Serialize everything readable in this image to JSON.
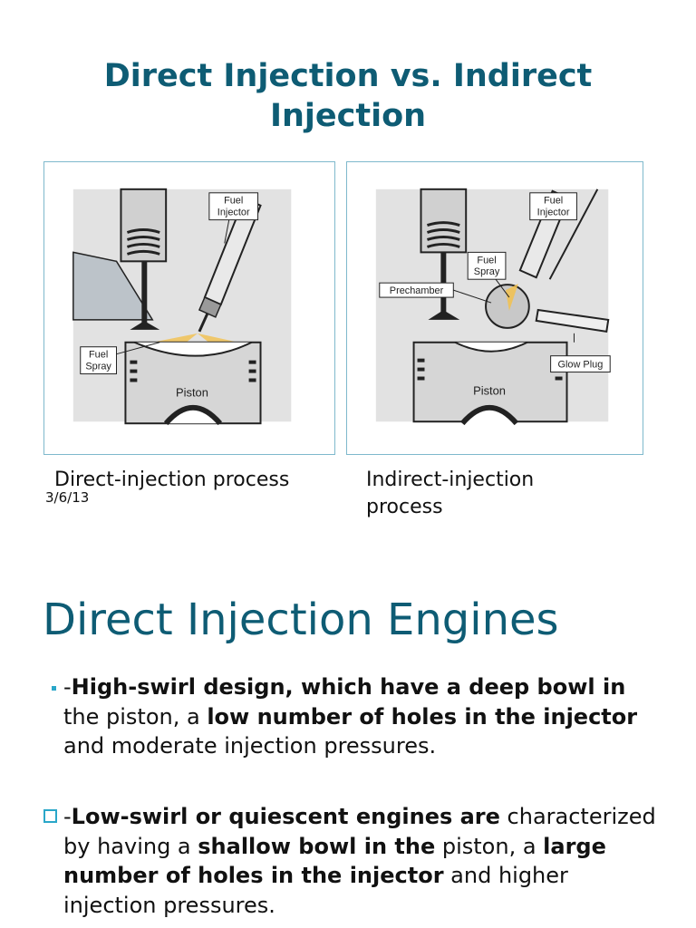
{
  "slide_top": {
    "title_line1": "Direct Injection vs. Indirect",
    "title_line2": "Injection"
  },
  "figures": {
    "left": {
      "labels": {
        "fuel_injector_1": "Fuel",
        "fuel_injector_2": "Injector",
        "fuel_spray_1": "Fuel",
        "fuel_spray_2": "Spray",
        "piston": "Piston"
      },
      "caption": "Direct-injection process"
    },
    "right": {
      "labels": {
        "fuel_injector_1": "Fuel",
        "fuel_injector_2": "Injector",
        "fuel_spray_1": "Fuel",
        "fuel_spray_2": "Spray",
        "prechamber": "Prechamber",
        "glow_plug": "Glow Plug",
        "piston": "Piston"
      },
      "caption_line1": "Indirect-injection",
      "caption_line2": "process"
    }
  },
  "date": "3/6/13",
  "section": {
    "heading": "Direct Injection Engines",
    "bullets": [
      {
        "marker": "square-bullet",
        "parts": [
          {
            "text": "-",
            "bold": false
          },
          {
            "text": "High-swirl design, which have a deep bowl in",
            "bold": true
          },
          {
            "text": " the piston, a ",
            "bold": false
          },
          {
            "text": "low number of holes in the injector",
            "bold": true
          },
          {
            "text": " and moderate injection pressures.",
            "bold": false
          }
        ]
      },
      {
        "marker": "checkbox-bullet",
        "parts": [
          {
            "text": "-",
            "bold": false
          },
          {
            "text": "Low-swirl or quiescent engines are",
            "bold": true
          },
          {
            "text": " characterized by having a ",
            "bold": false
          },
          {
            "text": "shallow bowl in the",
            "bold": true
          },
          {
            "text": " piston, a ",
            "bold": false
          },
          {
            "text": "large number of holes in the injector",
            "bold": true
          },
          {
            "text": " and higher injection pressures.",
            "bold": false
          }
        ]
      }
    ]
  },
  "colors": {
    "accent": "#0e5c74",
    "bullet": "#2aa7c9",
    "spray": "#f2c14e"
  }
}
